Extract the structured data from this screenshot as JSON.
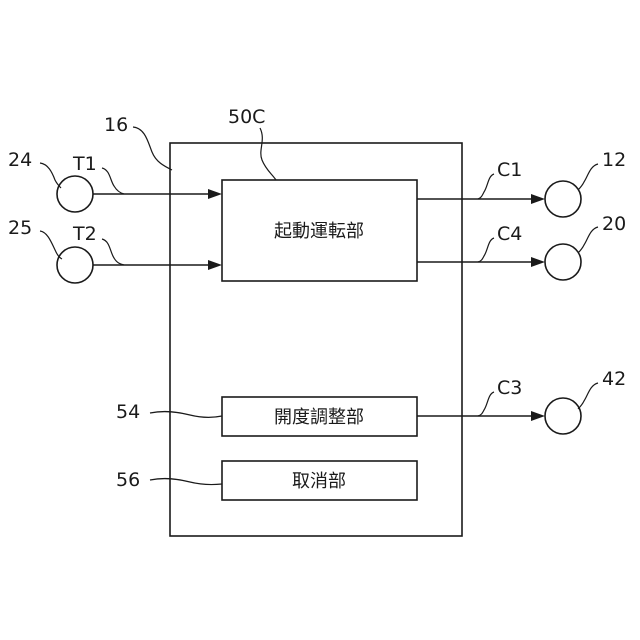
{
  "diagram": {
    "labels": {
      "unit_ref": "16",
      "block1_ref": "50C",
      "block2_ref": "54",
      "block3_ref": "56",
      "in1_ref": "24",
      "in2_ref": "25",
      "in1_signal": "T1",
      "in2_signal": "T2",
      "out1_ref": "12",
      "out2_ref": "20",
      "out3_ref": "42",
      "out1_signal": "C1",
      "out2_signal": "C4",
      "out3_signal": "C3"
    },
    "blocks": {
      "startup": "起動運転部",
      "opening": "開度調整部",
      "cancel": "取消部"
    }
  }
}
